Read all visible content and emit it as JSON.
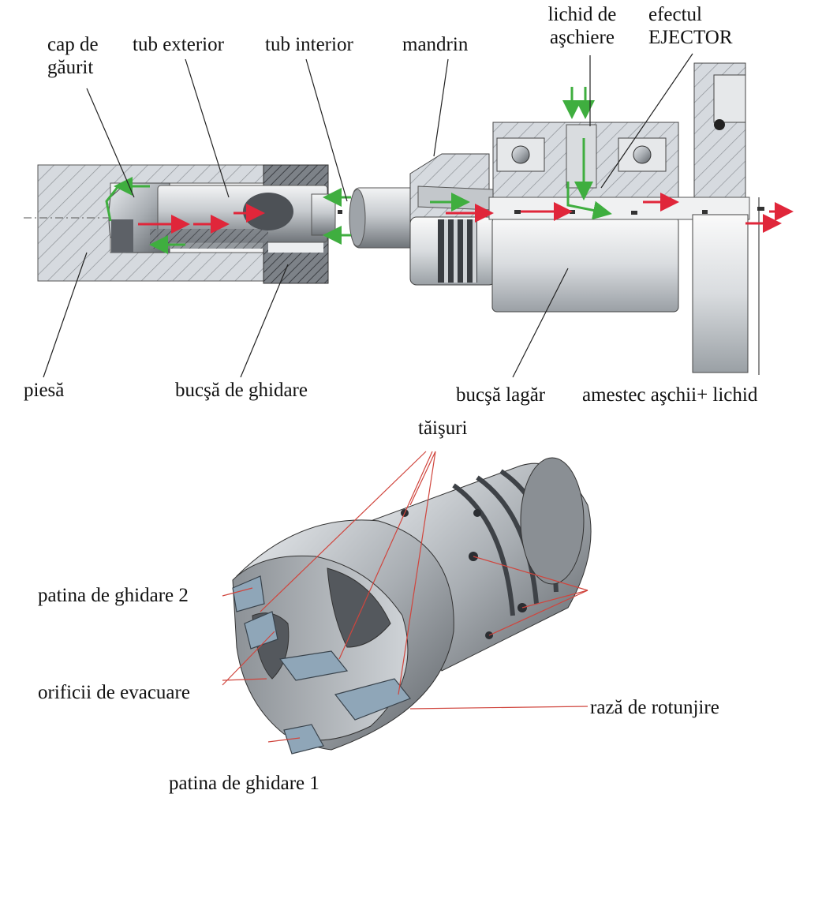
{
  "labels": {
    "cap_de_gaurit": "cap de găurit",
    "tub_exterior": "tub exterior",
    "tub_interior": "tub interior",
    "mandrin": "mandrin",
    "lichid_de_aschiere": "lichid de aşchiere",
    "efectul_ejector": "efectul EJECTOR",
    "piesa": "piesă",
    "bucsa_de_ghidare": "bucşă de ghidare",
    "bucsa_lagar": "bucşă lagăr",
    "amestec": "amestec aşchii+ lichid",
    "taisuri": "tăişuri",
    "patina_2": "patina de ghidare 2",
    "orificii": "orificii de evacuare",
    "raza": "rază de rotunjire",
    "patina_1": "patina de ghidare 1"
  },
  "colors": {
    "coolant_arrow": "#3fae3f",
    "chip_arrow": "#e0263a",
    "leader_line_top": "#222222",
    "leader_line_bottom": "#d0453d",
    "steel": "#b8bcc0",
    "hatch": "#9a9ea3",
    "insert": "#8fa6b8"
  }
}
